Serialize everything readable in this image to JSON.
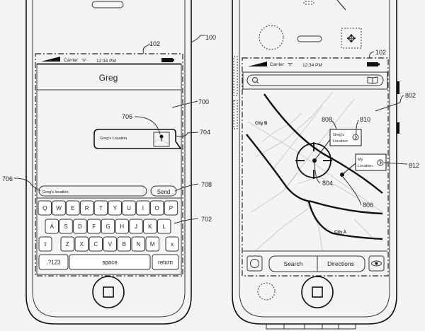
{
  "refs": {
    "device": "100",
    "screen_left": "102",
    "screen_right": "102",
    "messages_ui": "700",
    "bubble": "704",
    "thumbnail": "706",
    "input_field": "706",
    "send": "708",
    "keyboard": "702",
    "map_ui": "802",
    "pin_greg": "804",
    "my_pin": "806",
    "callout_greg": "808",
    "callout_greg_disclosure": "810",
    "callout_mine": "812"
  },
  "left_phone": {
    "status": {
      "carrier": "Carrier",
      "time": "12:34 PM"
    },
    "title": "Greg",
    "bubble_text": "Greg's Location",
    "input_value": "Greg's location",
    "send_label": "Send",
    "keyboard": {
      "row1": [
        "Q",
        "W",
        "E",
        "R",
        "T",
        "Y",
        "U",
        "I",
        "O",
        "P"
      ],
      "row2": [
        "A",
        "S",
        "D",
        "F",
        "G",
        "H",
        "J",
        "K",
        "L"
      ],
      "row3": [
        "Z",
        "X",
        "C",
        "V",
        "B",
        "N",
        "M"
      ],
      "numbers_label": ".?123",
      "space_label": "space",
      "return_label": "return",
      "delete_label": "x"
    }
  },
  "right_phone": {
    "status": {
      "carrier": "Carrier",
      "time": "12:34 PM"
    },
    "map": {
      "city_b": "City B",
      "city_a": "City A",
      "greg_callout_line1": "Greg's",
      "greg_callout_line2": "Location",
      "my_callout_line1": "My",
      "my_callout_line2": "Location"
    },
    "toolbar": {
      "search": "Search",
      "directions": "Directions"
    }
  }
}
